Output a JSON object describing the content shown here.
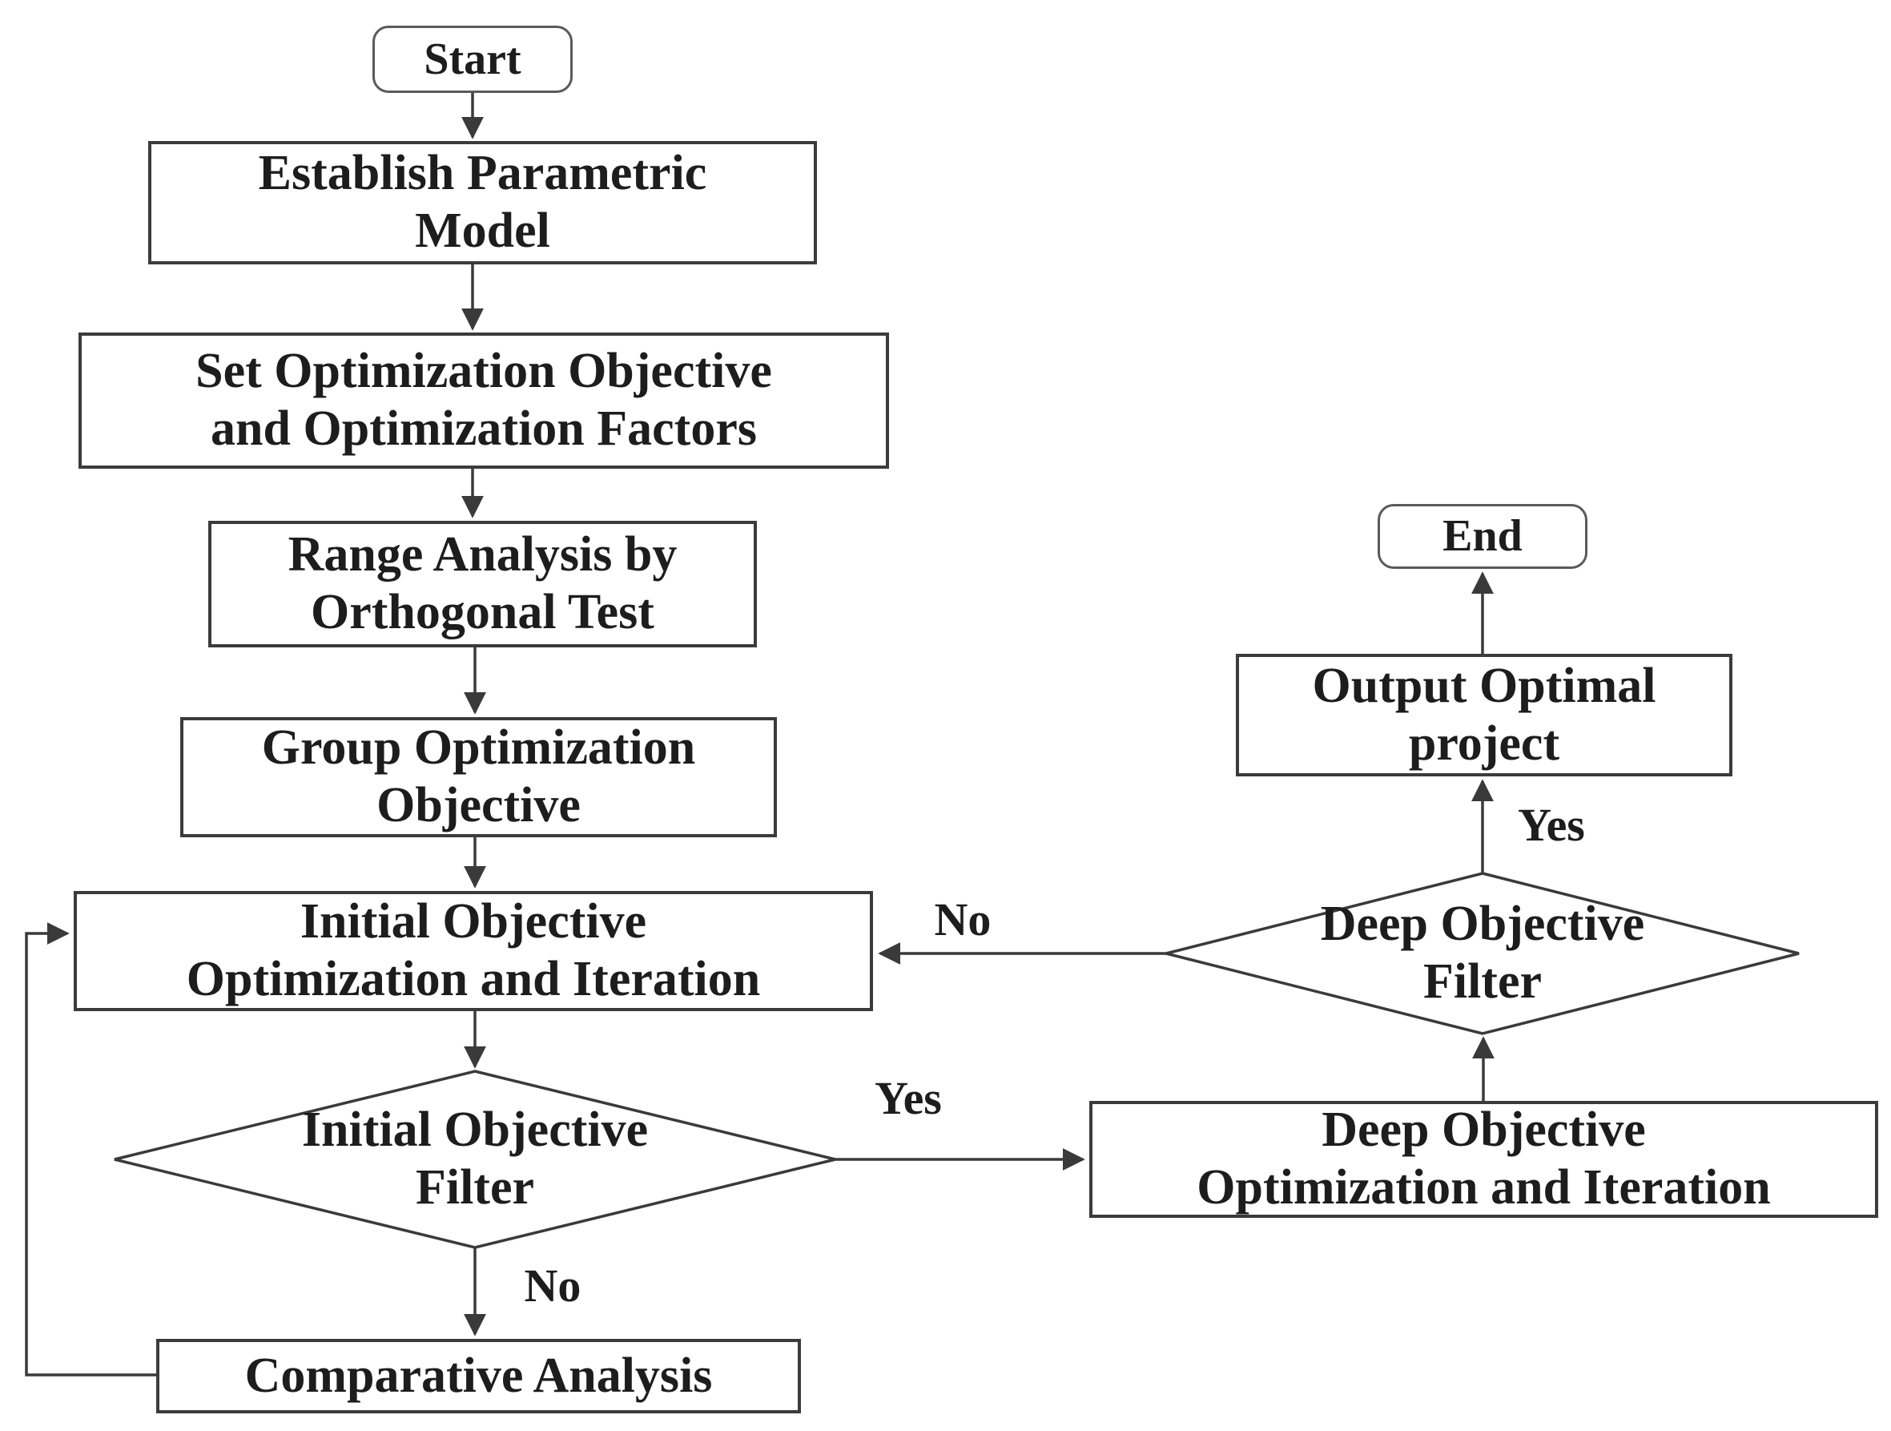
{
  "nodes": {
    "start": {
      "label": "Start"
    },
    "establish": {
      "lines": [
        "Establish Parametric",
        "Model"
      ]
    },
    "set_objective": {
      "lines": [
        "Set Optimization Objective",
        "and Optimization Factors"
      ]
    },
    "range_analysis": {
      "lines": [
        "Range Analysis by",
        "Orthogonal Test"
      ]
    },
    "group_objective": {
      "lines": [
        "Group Optimization",
        "Objective"
      ]
    },
    "initial_optimization": {
      "lines": [
        "Initial Objective",
        "Optimization and Iteration"
      ]
    },
    "initial_filter": {
      "lines": [
        "Initial Objective",
        "Filter"
      ]
    },
    "comparative": {
      "label": "Comparative Analysis"
    },
    "deep_optimization": {
      "lines": [
        "Deep Objective",
        "Optimization and Iteration"
      ]
    },
    "deep_filter": {
      "lines": [
        "Deep Objective",
        "Filter"
      ]
    },
    "output": {
      "lines": [
        "Output Optimal",
        "project"
      ]
    },
    "end": {
      "label": "End"
    }
  },
  "edge_labels": {
    "initial_filter_no": "No",
    "initial_filter_yes": "Yes",
    "deep_filter_no": "No",
    "deep_filter_yes": "Yes"
  },
  "colors": {
    "line": "#3a3a3a",
    "border": "#3b3b3b",
    "text": "#1d1d1d",
    "background": "#ffffff"
  }
}
